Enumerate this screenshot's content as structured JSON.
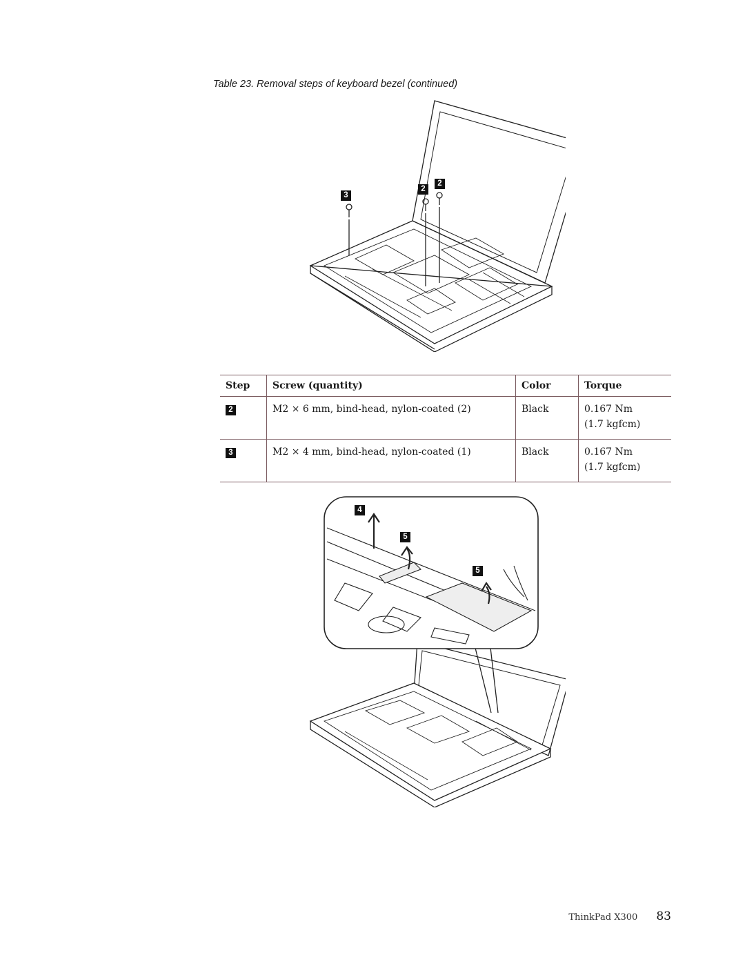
{
  "caption": "Table 23. Removal steps of keyboard bezel (continued)",
  "figure1": {
    "badges": [
      "3",
      "2",
      "2"
    ]
  },
  "table": {
    "headers": {
      "step": "Step",
      "screw": "Screw (quantity)",
      "color": "Color",
      "torque": "Torque"
    },
    "rows": [
      {
        "step": "2",
        "screw": "M2 × 6 mm, bind-head, nylon-coated (2)",
        "color": "Black",
        "torque_nm": "0.167 Nm",
        "torque_kgfcm": "(1.7 kgfcm)"
      },
      {
        "step": "3",
        "screw": "M2 × 4 mm, bind-head, nylon-coated (1)",
        "color": "Black",
        "torque_nm": "0.167 Nm",
        "torque_kgfcm": "(1.7 kgfcm)"
      }
    ]
  },
  "figure2": {
    "badges": [
      "4",
      "5",
      "5"
    ]
  },
  "footer": {
    "product": "ThinkPad X300",
    "page_number": "83"
  }
}
